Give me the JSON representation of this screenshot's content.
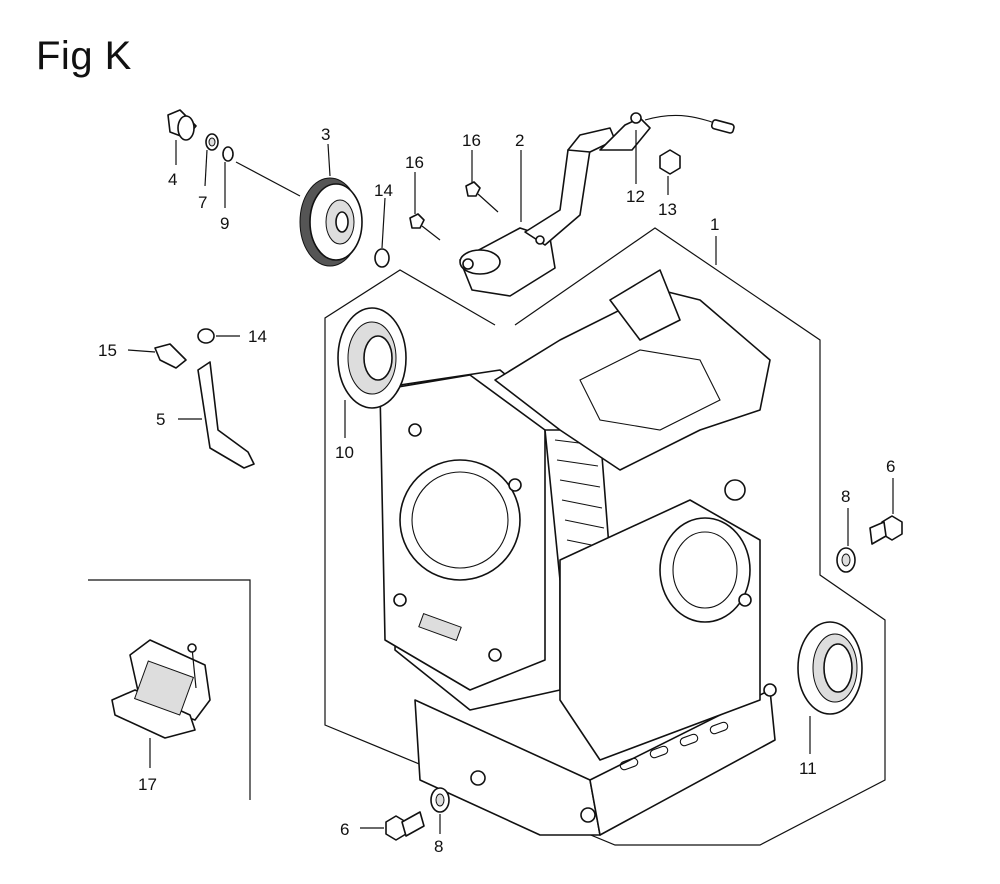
{
  "figure": {
    "title": "Fig K"
  },
  "callouts": [
    {
      "id": "c1",
      "label": "1"
    },
    {
      "id": "c2",
      "label": "2"
    },
    {
      "id": "c3",
      "label": "3"
    },
    {
      "id": "c4",
      "label": "4"
    },
    {
      "id": "c5",
      "label": "5"
    },
    {
      "id": "c6a",
      "label": "6"
    },
    {
      "id": "c6b",
      "label": "6"
    },
    {
      "id": "c7",
      "label": "7"
    },
    {
      "id": "c8a",
      "label": "8"
    },
    {
      "id": "c8b",
      "label": "8"
    },
    {
      "id": "c9",
      "label": "9"
    },
    {
      "id": "c10",
      "label": "10"
    },
    {
      "id": "c11",
      "label": "11"
    },
    {
      "id": "c12",
      "label": "12"
    },
    {
      "id": "c13",
      "label": "13"
    },
    {
      "id": "c14a",
      "label": "14"
    },
    {
      "id": "c14b",
      "label": "14"
    },
    {
      "id": "c15",
      "label": "15"
    },
    {
      "id": "c16a",
      "label": "16"
    },
    {
      "id": "c16b",
      "label": "16"
    },
    {
      "id": "c17",
      "label": "17"
    }
  ]
}
